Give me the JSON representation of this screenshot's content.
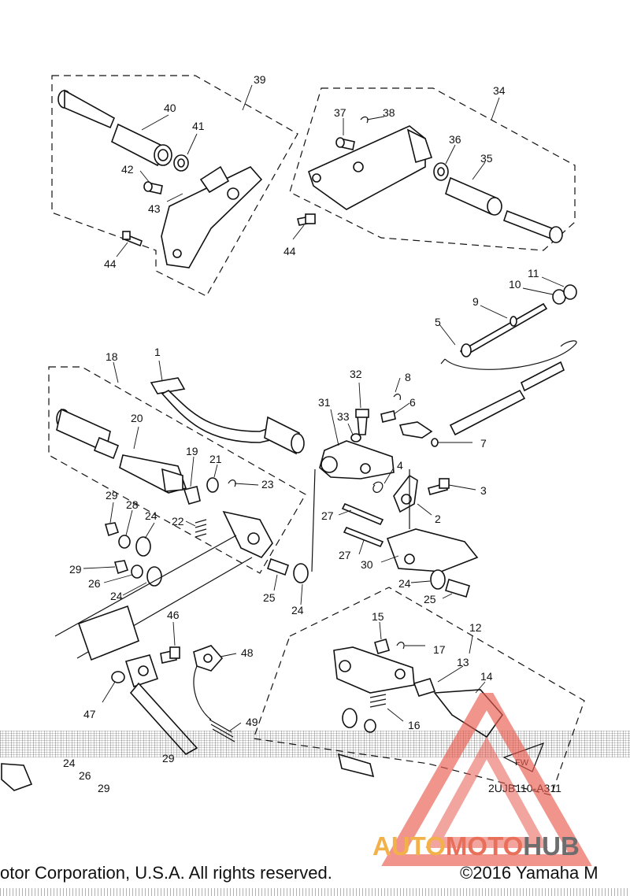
{
  "diagram": {
    "callouts": [
      "1",
      "2",
      "3",
      "4",
      "5",
      "6",
      "7",
      "8",
      "9",
      "10",
      "11",
      "12",
      "13",
      "14",
      "15",
      "16",
      "17",
      "18",
      "19",
      "20",
      "21",
      "22",
      "23",
      "24",
      "25",
      "26",
      "27",
      "28",
      "29",
      "30",
      "31",
      "32",
      "33",
      "34",
      "35",
      "36",
      "37",
      "38",
      "39",
      "40",
      "41",
      "42",
      "43",
      "44",
      "46",
      "47",
      "48",
      "49"
    ],
    "drawing_code": "2UJB110-A311",
    "fw_mark": "FW"
  },
  "watermark": {
    "part1": "AUTO",
    "part2": "MOTO",
    "part3": "HUB",
    "colors": {
      "auto": "#f3b14a",
      "moto": "#e86f5a",
      "hub": "#6d6d6d",
      "triangle": "#e85a4f"
    }
  },
  "footer": {
    "copyright_left": "otor Corporation, U.S.A. All rights reserved.",
    "copyright_right": "©2016 Yamaha M"
  }
}
